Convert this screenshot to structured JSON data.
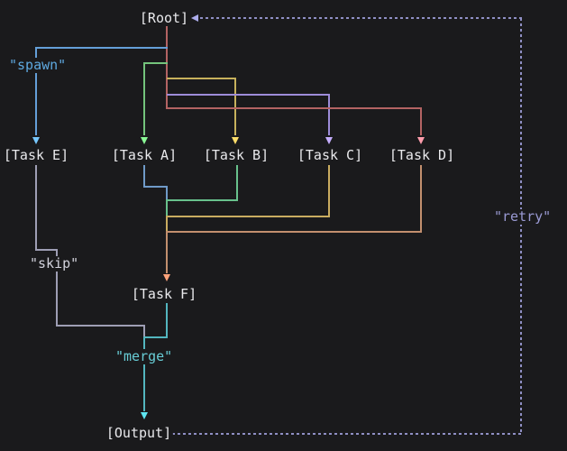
{
  "diagram": {
    "title": "task-flow-graph",
    "background": "#1a1a1c",
    "text_color": "#e9e9ec",
    "nodes": {
      "root": {
        "label": "[Root]"
      },
      "task_e": {
        "label": "[Task E]"
      },
      "task_a": {
        "label": "[Task A]"
      },
      "task_b": {
        "label": "[Task B]"
      },
      "task_c": {
        "label": "[Task C]"
      },
      "task_d": {
        "label": "[Task D]"
      },
      "task_f": {
        "label": "[Task F]"
      },
      "output": {
        "label": "[Output]"
      }
    },
    "edge_labels": {
      "spawn": "\"spawn\"",
      "skip": "\"skip\"",
      "retry": "\"retry\"",
      "merge": "\"merge\""
    },
    "edges": [
      {
        "from": "Root",
        "to": "Task E",
        "label": "spawn",
        "style": "solid",
        "color": "#649fd8"
      },
      {
        "from": "Root",
        "to": "Task A",
        "label": "",
        "style": "solid",
        "color": "#74c47c"
      },
      {
        "from": "Root",
        "to": "Task B",
        "label": "",
        "style": "solid",
        "color": "#c7b15c"
      },
      {
        "from": "Root",
        "to": "Task C",
        "label": "",
        "style": "solid",
        "color": "#9d8cd9"
      },
      {
        "from": "Root",
        "to": "Task D",
        "label": "",
        "style": "solid",
        "color": "#b36363"
      },
      {
        "from": "Task A",
        "to": "Task F",
        "label": "",
        "style": "solid",
        "color": "#6f9ac8"
      },
      {
        "from": "Task B",
        "to": "Task F",
        "label": "",
        "style": "solid",
        "color": "#68c18c"
      },
      {
        "from": "Task C",
        "to": "Task F",
        "label": "",
        "style": "solid",
        "color": "#c9ac60"
      },
      {
        "from": "Task D",
        "to": "Task F",
        "label": "",
        "style": "solid",
        "color": "#c28f6e"
      },
      {
        "from": "Task E",
        "to": "Output",
        "label": "skip",
        "style": "solid",
        "color": "#9e9eb4"
      },
      {
        "from": "Task F",
        "to": "Output",
        "label": "merge",
        "style": "solid",
        "color": "#53b6bf"
      },
      {
        "from": "Output",
        "to": "Root",
        "label": "retry",
        "style": "dashed",
        "color": "#8f8fc4"
      }
    ]
  }
}
